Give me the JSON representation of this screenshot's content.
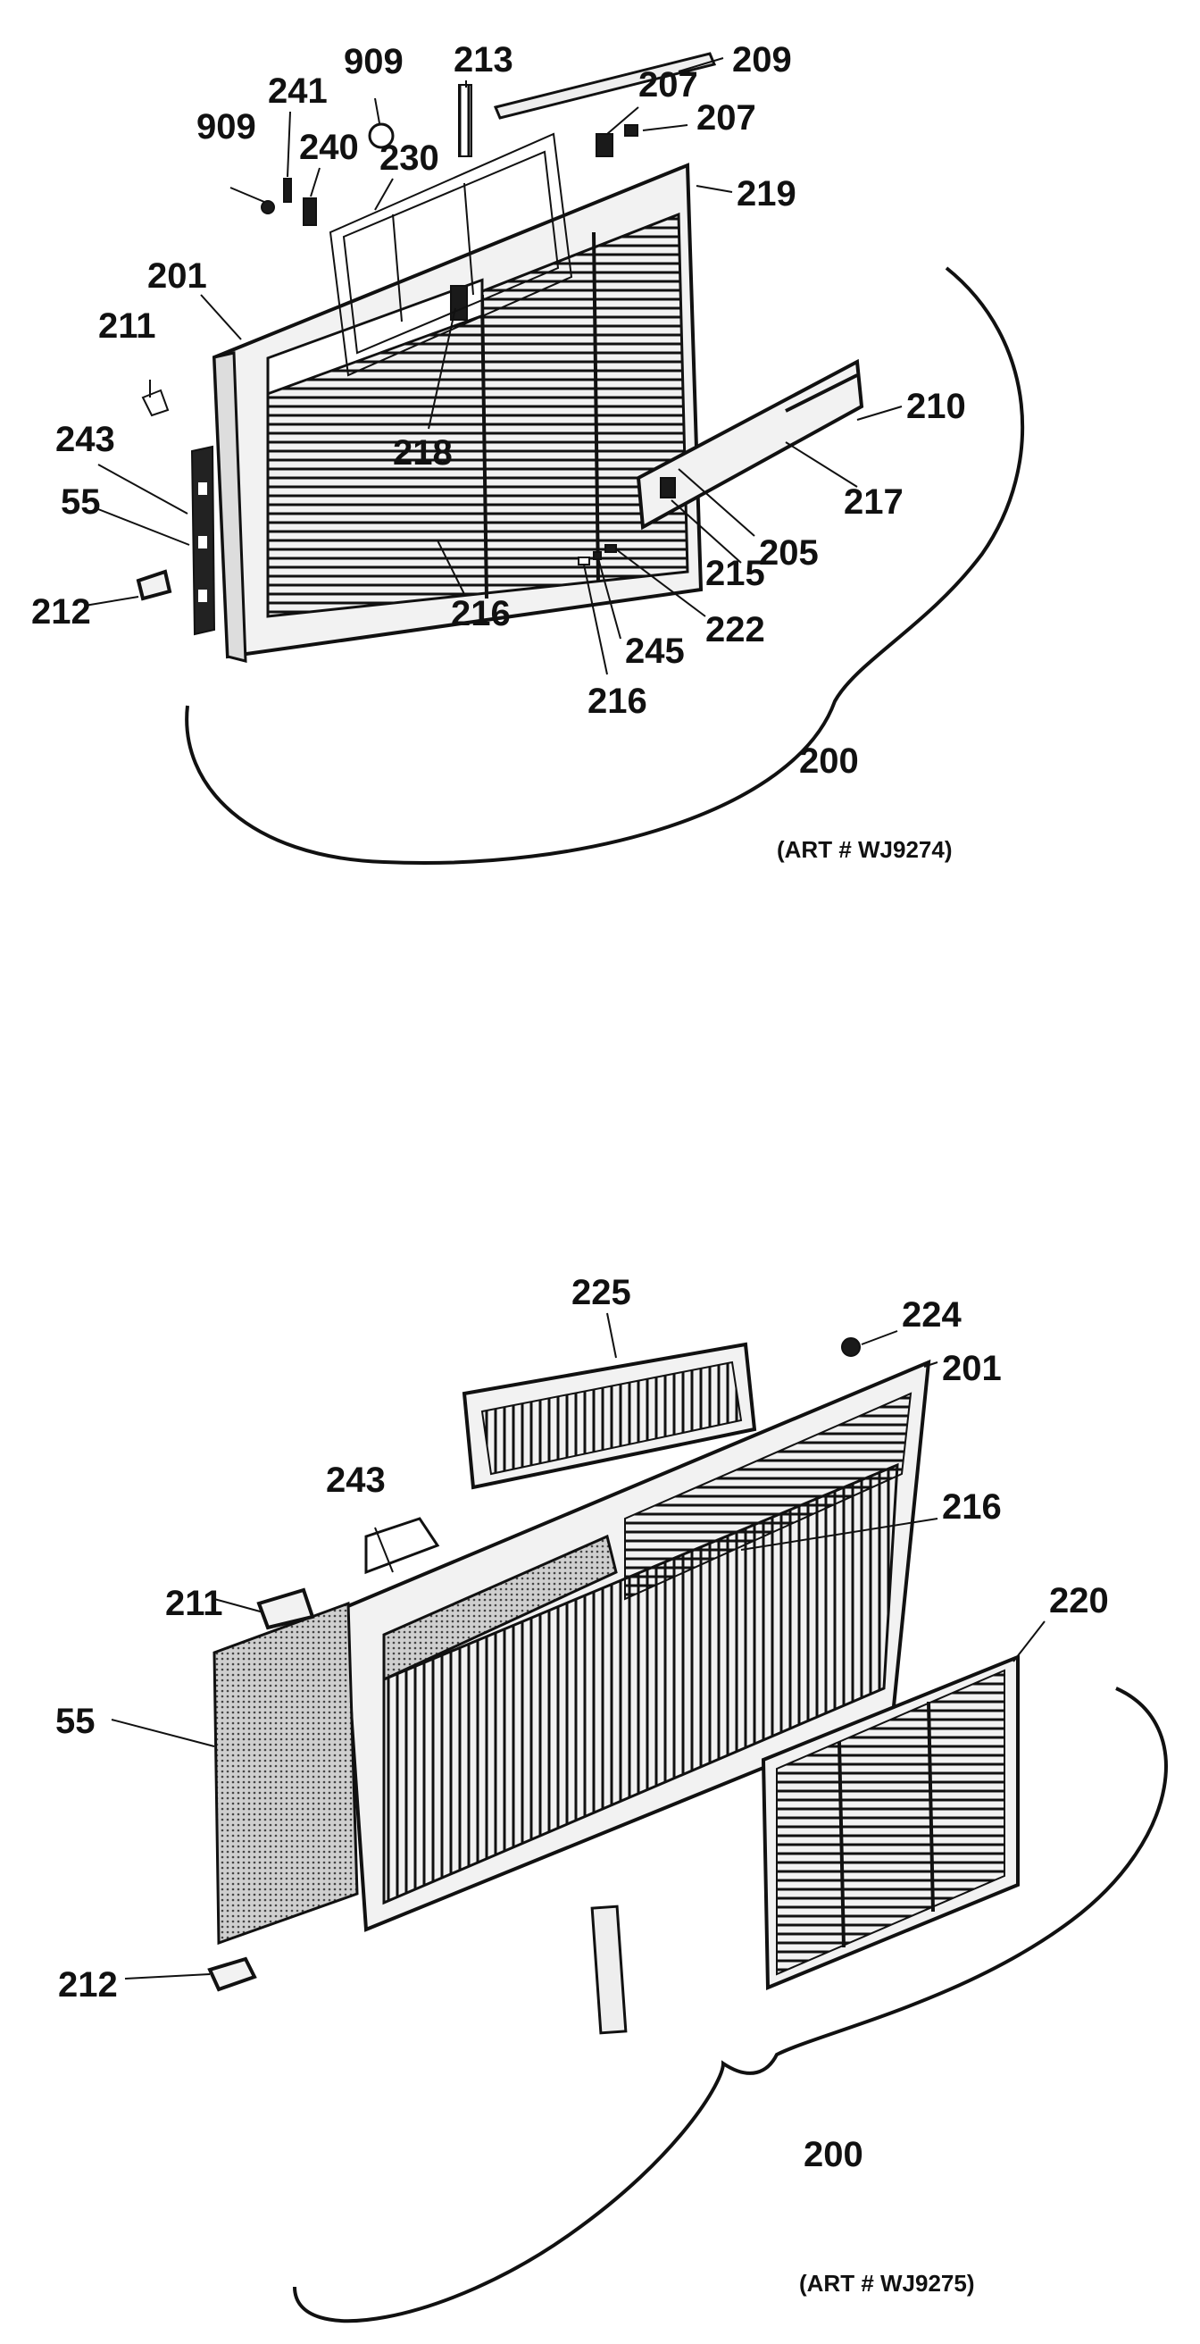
{
  "diagrams": [
    {
      "art": "(ART # WJ9274)",
      "labels": [
        "909",
        "241",
        "909",
        "240",
        "230",
        "213",
        "207",
        "209",
        "207",
        "219",
        "201",
        "211",
        "218",
        "210",
        "243",
        "217",
        "55",
        "205",
        "215",
        "212",
        "216",
        "222",
        "245",
        "216",
        "200"
      ]
    },
    {
      "art": "(ART # WJ9275)",
      "labels": [
        "225",
        "224",
        "201",
        "243",
        "216",
        "220",
        "211",
        "55",
        "212",
        "200"
      ]
    }
  ]
}
